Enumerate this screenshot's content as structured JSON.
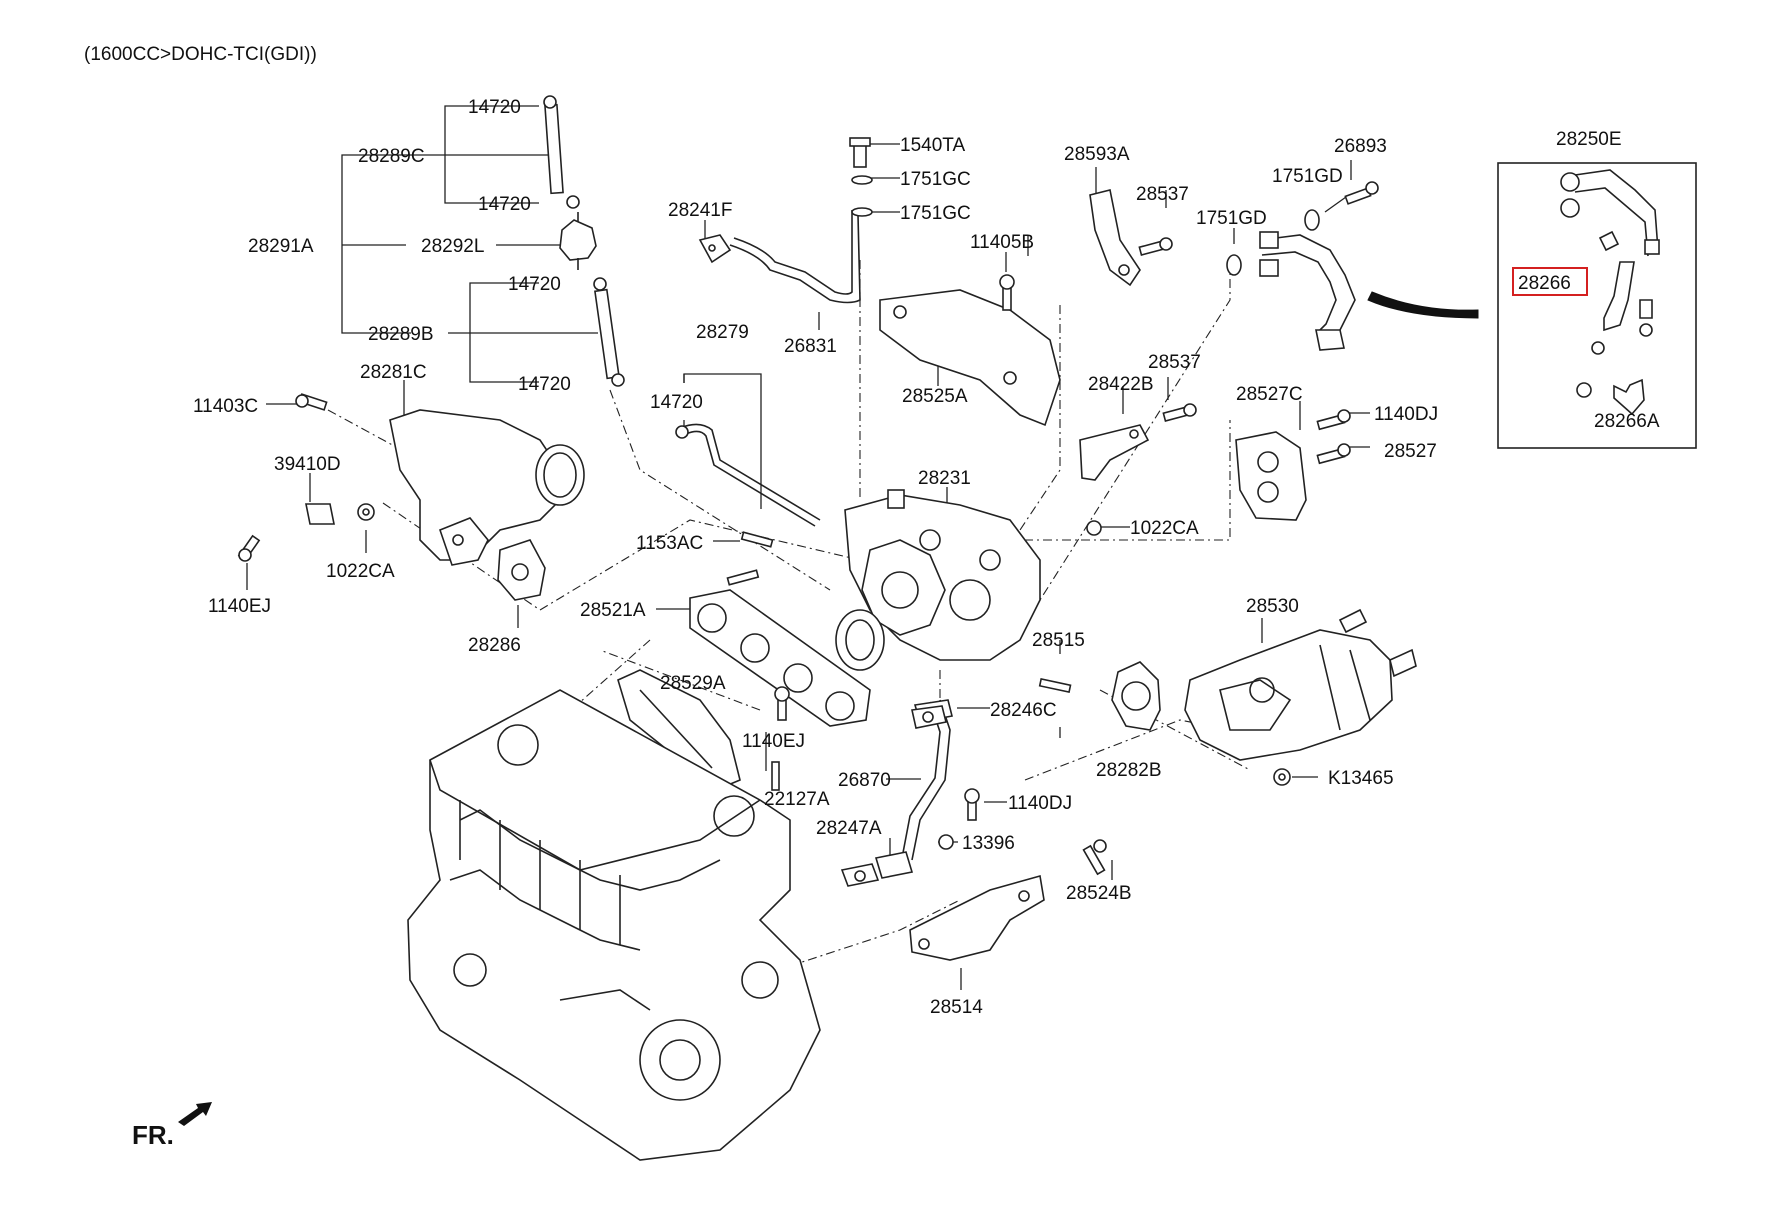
{
  "header": {
    "title": "(1600CC>DOHC-TCI(GDI))"
  },
  "orientation": {
    "label": "FR."
  },
  "colors": {
    "line": "#222222",
    "highlight": "#d42020",
    "background": "#ffffff"
  },
  "highlighted_part": "28266",
  "labels": {
    "p14720_a": "14720",
    "p28289C": "28289C",
    "p14720_b": "14720",
    "p28291A": "28291A",
    "p28292L": "28292L",
    "p14720_c": "14720",
    "p28289B": "28289B",
    "p14720_d": "14720",
    "p28281C": "28281C",
    "p11403C": "11403C",
    "p39410D": "39410D",
    "p1140EJ_a": "1140EJ",
    "p1022CA_a": "1022CA",
    "p28286": "28286",
    "p28241F": "28241F",
    "p28279": "28279",
    "p14720_e": "14720",
    "p26831": "26831",
    "p1540TA": "1540TA",
    "p1751GC_a": "1751GC",
    "p1751GC_b": "1751GC",
    "p11405B": "11405B",
    "p28525A": "28525A",
    "p28593A": "28593A",
    "p28537_a": "28537",
    "p26893": "26893",
    "p1751GD_a": "1751GD",
    "p1751GD_b": "1751GD",
    "p28250E": "28250E",
    "p28266": "28266",
    "p28266A": "28266A",
    "p28422B": "28422B",
    "p28537_b": "28537",
    "p28527C": "28527C",
    "p1140DJ_a": "1140DJ",
    "p28527": "28527",
    "p28231": "28231",
    "p1022CA_b": "1022CA",
    "p1153AC": "1153AC",
    "p28521A": "28521A",
    "p28530": "28530",
    "p28515": "28515",
    "p28529A": "28529A",
    "p1140EJ_b": "1140EJ",
    "p28246C": "28246C",
    "p28282B": "28282B",
    "p22127A": "22127A",
    "p26870": "26870",
    "p1140DJ_b": "1140DJ",
    "pK13465": "K13465",
    "p28247A": "28247A",
    "p13396": "13396",
    "p28524B": "28524B",
    "p28514": "28514"
  }
}
